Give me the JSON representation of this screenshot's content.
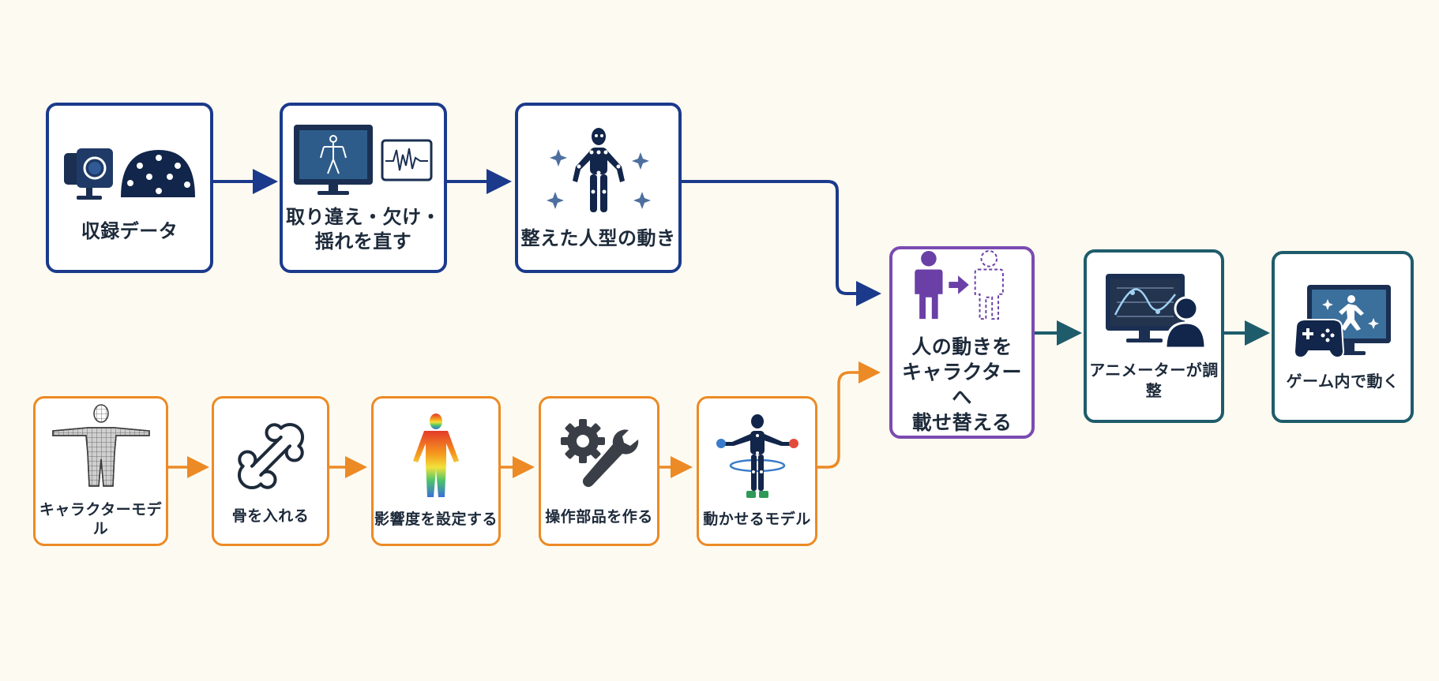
{
  "colors": {
    "background": "#fdfbf1",
    "capture_pipeline": "#1b3a8c",
    "rig_pipeline": "#ec8a25",
    "retarget": "#7a4bb1",
    "output_pipeline": "#1f5c6b"
  },
  "capture_pipeline": [
    {
      "label": "収録データ",
      "icons": [
        "mocap-camera-icon",
        "marker-helmet-icon"
      ]
    },
    {
      "label": "取り違え・欠け・\n揺れを直す",
      "icons": [
        "skeleton-monitor-icon",
        "waveform-icon"
      ]
    },
    {
      "label": "整えた人型の動き",
      "icons": [
        "humanoid-skeleton-icon",
        "sparkle-icon"
      ]
    }
  ],
  "rig_pipeline": [
    {
      "label": "キャラクターモデル",
      "icons": [
        "mesh-character-icon"
      ]
    },
    {
      "label": "骨を入れる",
      "icons": [
        "bone-icon"
      ]
    },
    {
      "label": "影響度を設定する",
      "icons": [
        "weight-heatmap-figure-icon"
      ]
    },
    {
      "label": "操作部品を作る",
      "icons": [
        "gear-icon",
        "wrench-icon"
      ]
    },
    {
      "label": "動かせるモデル",
      "icons": [
        "rigged-character-icon"
      ]
    }
  ],
  "retarget": {
    "label": "人の動きを\nキャラクターへ\n載せ替える",
    "icons": [
      "person-solid-icon",
      "arrow-right-icon",
      "person-outline-icon"
    ]
  },
  "output_pipeline": [
    {
      "label": "アニメーターが調整",
      "icons": [
        "curve-monitor-icon",
        "animator-person-icon"
      ]
    },
    {
      "label": "ゲーム内で動く",
      "icons": [
        "game-monitor-icon",
        "gamepad-icon"
      ]
    }
  ]
}
